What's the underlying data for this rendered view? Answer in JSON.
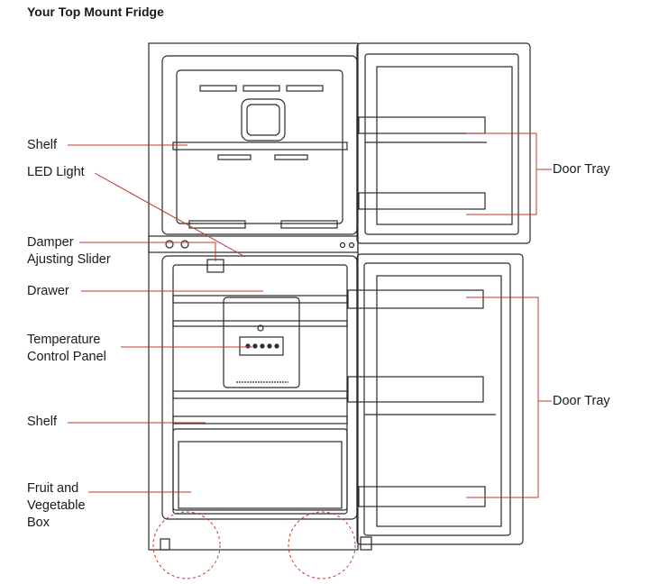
{
  "title": "Your Top Mount Fridge",
  "labels": {
    "shelf_top": "Shelf",
    "led_light": "LED Light",
    "damper_line1": "Damper",
    "damper_line2": "Ajusting Slider",
    "drawer": "Drawer",
    "temp_line1": "Temperature",
    "temp_line2": "Control Panel",
    "shelf_bottom": "Shelf",
    "fruit_line1": "Fruit and",
    "fruit_line2": "Vegetable",
    "fruit_line3": "Box",
    "door_tray_top": "Door Tray",
    "door_tray_bottom": "Door Tray"
  },
  "colors": {
    "outline": "#2a2a2a",
    "leader": "#c0392b"
  }
}
